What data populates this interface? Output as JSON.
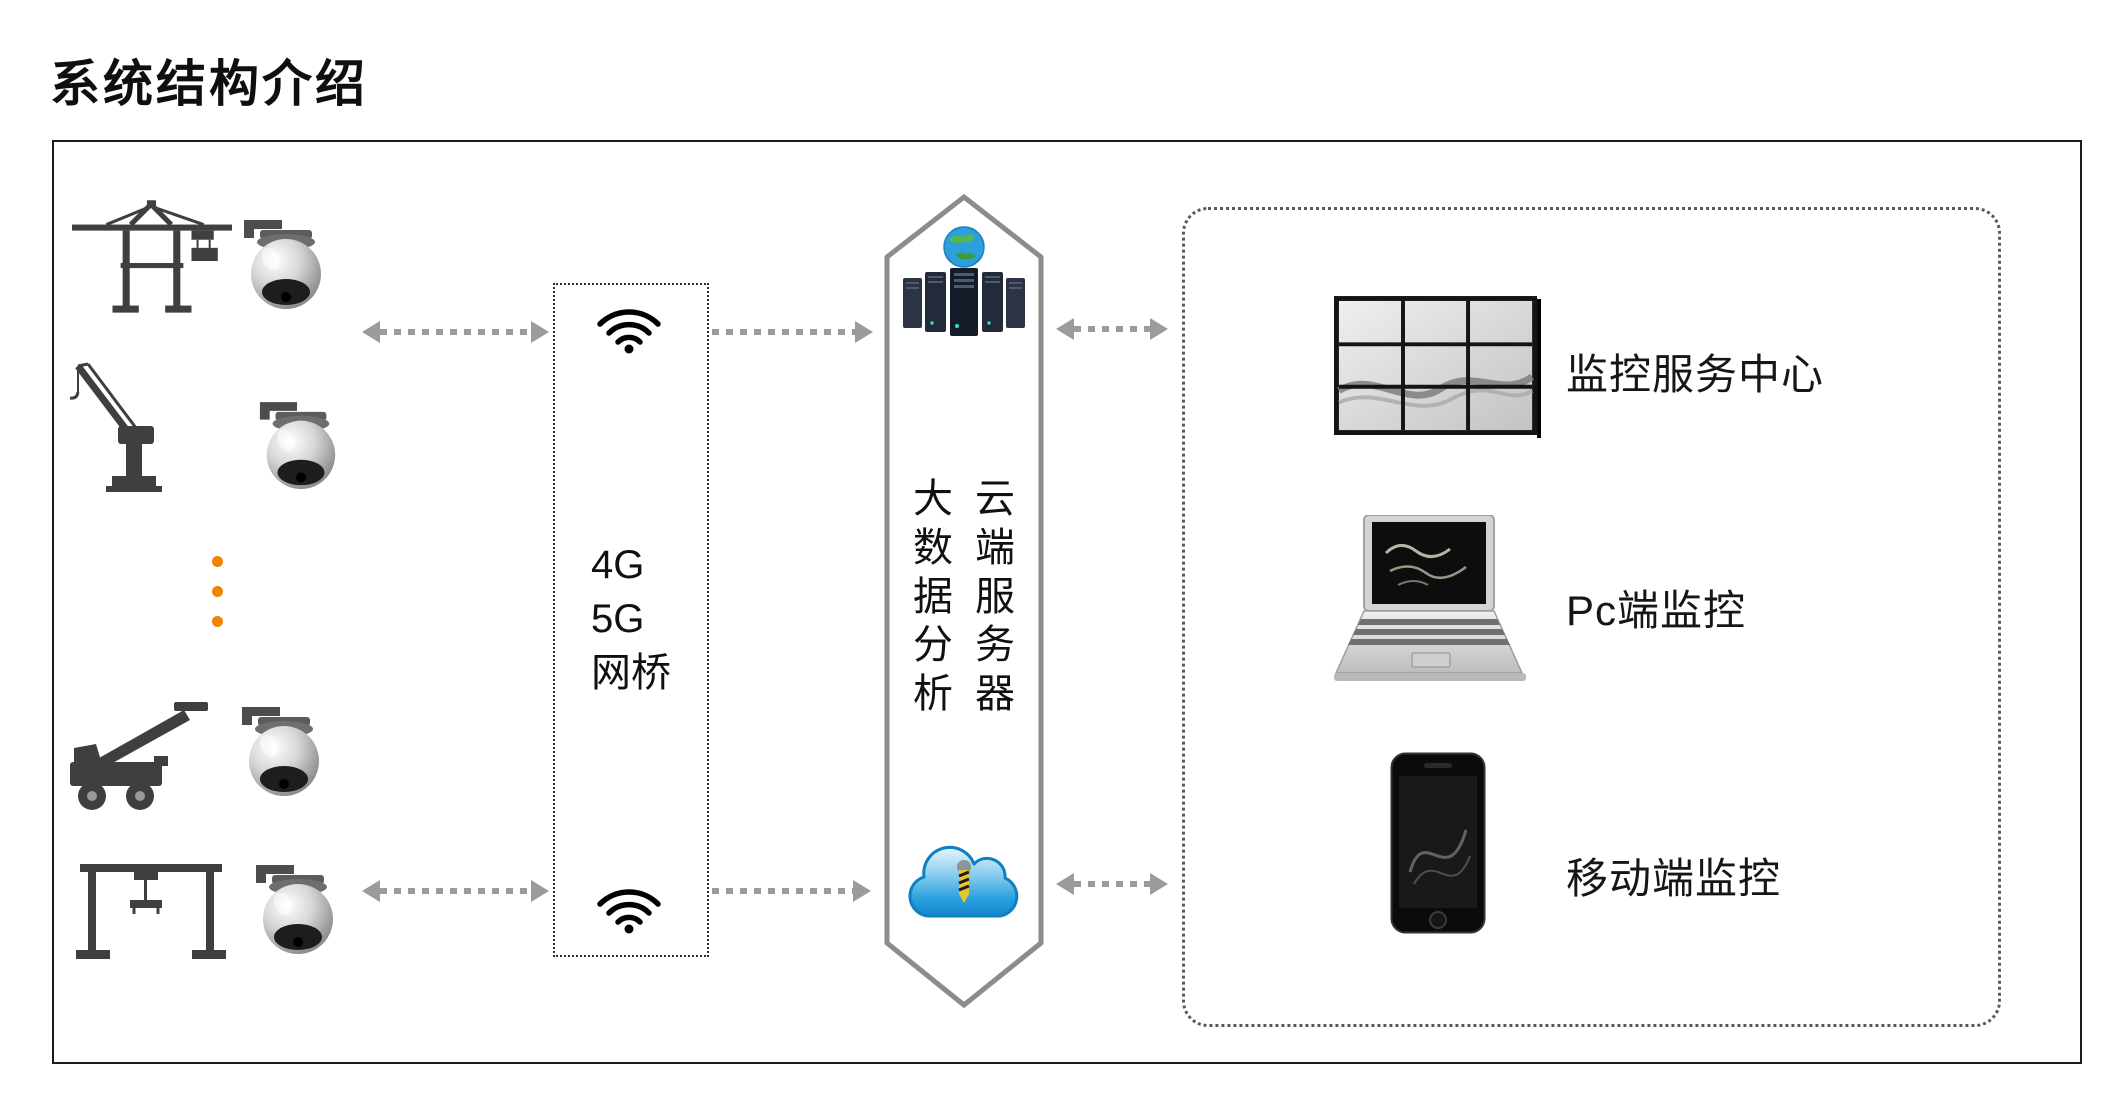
{
  "page": {
    "title": "系统结构介绍"
  },
  "colors": {
    "accent_orange": "#f08300",
    "arrow_gray": "#9b9b9b",
    "hexagon_border": "#8c8c8c",
    "cloud_blue": "#2a9fe0"
  },
  "field_devices": {
    "rows": [
      {
        "equipment": "container-crane-icon",
        "camera": "dome-camera-icon"
      },
      {
        "equipment": "harbor-crane-icon",
        "camera": "dome-camera-icon"
      },
      {
        "equipment": "reach-stacker-icon",
        "camera": "dome-camera-icon"
      },
      {
        "equipment": "gantry-crane-icon",
        "camera": "dome-camera-icon"
      }
    ],
    "more_indicator": "orange-ellipsis"
  },
  "network": {
    "icon": "wifi-icon",
    "lines": [
      "4G",
      "5G",
      "网桥"
    ]
  },
  "server": {
    "top_icon": "cloud-servers-icon",
    "columns": [
      "大数据分析",
      "云端服务器"
    ],
    "bottom_icon": "cloud-icon"
  },
  "monitoring": {
    "items": [
      {
        "icon": "video-wall-icon",
        "label": "监控服务中心"
      },
      {
        "icon": "laptop-icon",
        "label": "Pc端监控"
      },
      {
        "icon": "smartphone-icon",
        "label": "移动端监控"
      }
    ]
  }
}
